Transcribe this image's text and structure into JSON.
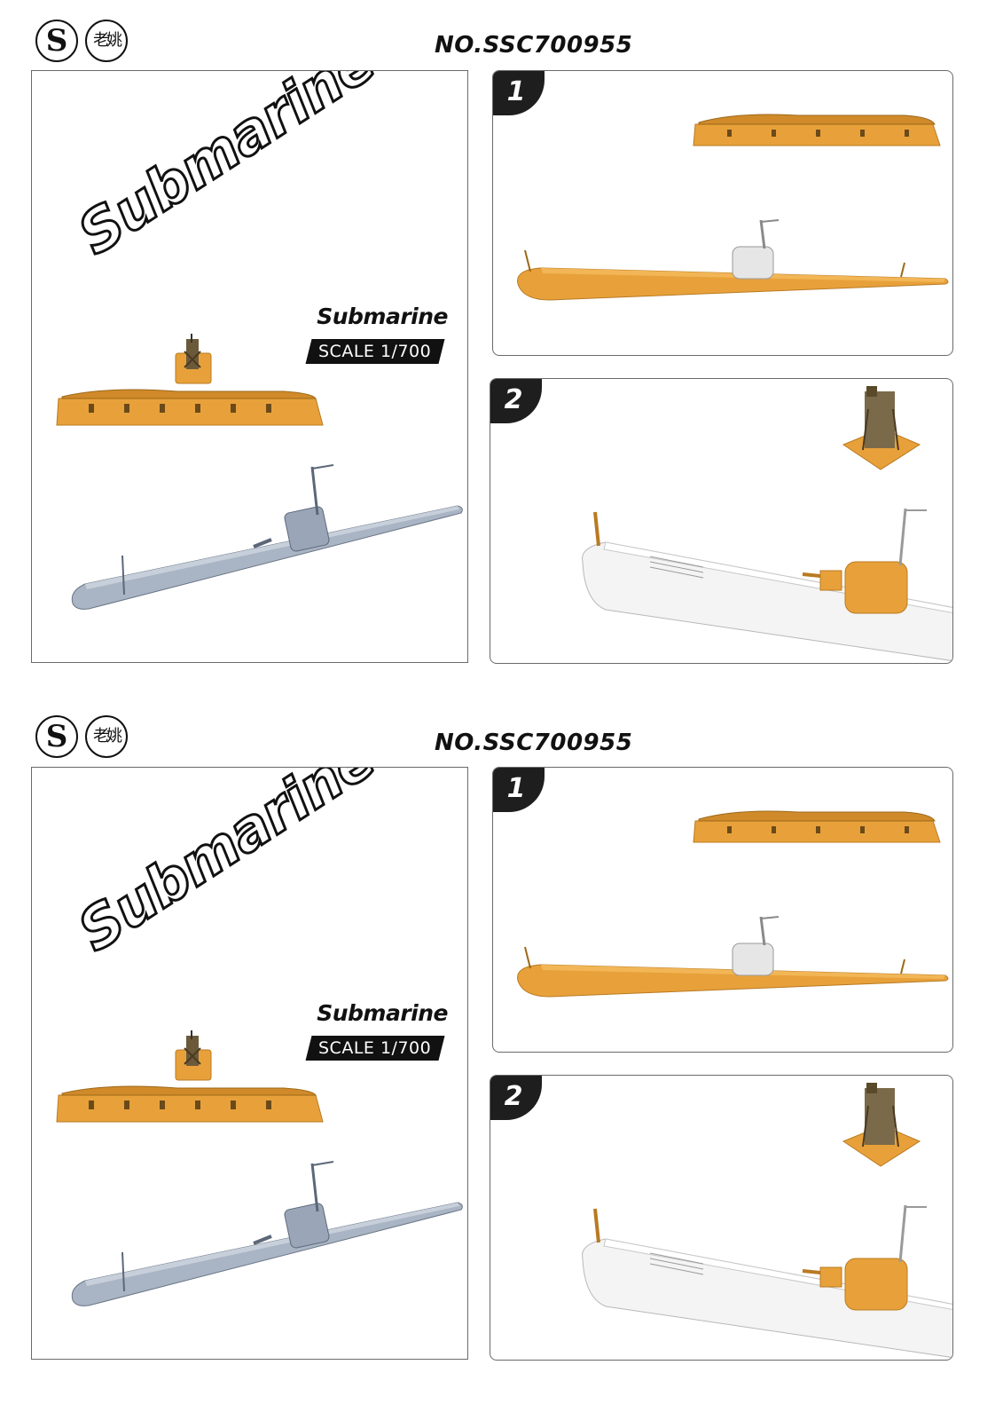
{
  "sheets": [
    {
      "logos": [
        "S",
        "老姚"
      ],
      "product_code": "NO.SSC700955",
      "left_panel": {
        "big_title": "Submarine",
        "product_name": "Submarine",
        "scale_label": "SCALE 1/700"
      },
      "steps": [
        {
          "number": "1"
        },
        {
          "number": "2"
        }
      ]
    },
    {
      "logos": [
        "S",
        "老姚"
      ],
      "product_code": "NO.SSC700955",
      "left_panel": {
        "big_title": "Submarine",
        "product_name": "Submarine",
        "scale_label": "SCALE 1/700"
      },
      "steps": [
        {
          "number": "1"
        },
        {
          "number": "2"
        }
      ]
    }
  ],
  "colors": {
    "resin_orange": "#e8a13a",
    "model_grey": "#a9b4c4",
    "render_white": "#f4f4f4",
    "ink": "#111111"
  },
  "icons": [
    "brand-s-logo-icon",
    "laoyao-seal-logo-icon"
  ]
}
